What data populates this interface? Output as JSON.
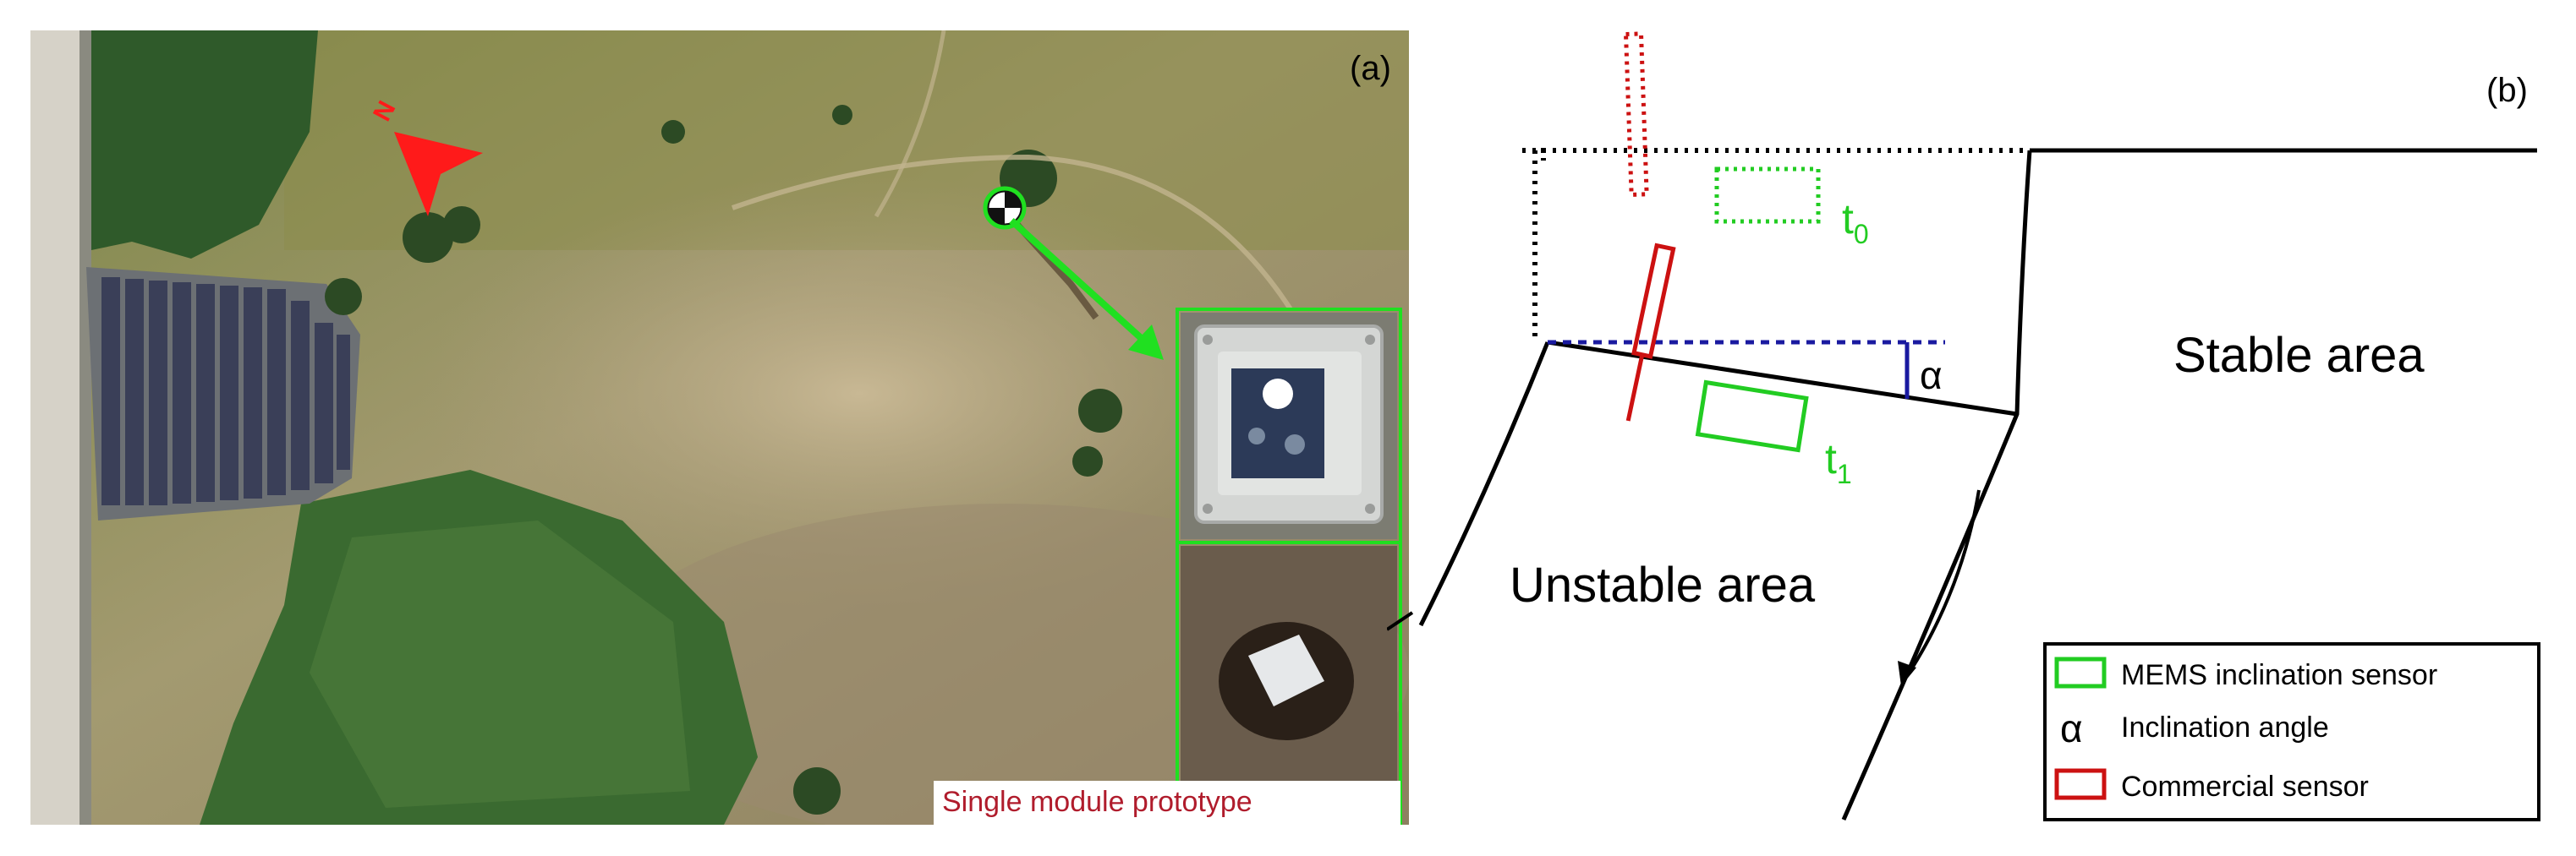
{
  "panel_a": {
    "label": "(a)",
    "north_marker": "N",
    "caption": "Single module prototype",
    "colors": {
      "arrow": "#20e020",
      "caption": "#b01c2c",
      "north": "#ff1a1a"
    }
  },
  "panel_b": {
    "label": "(b)",
    "stable_label": "Stable area",
    "unstable_label": "Unstable area",
    "alpha": "α",
    "t0": "t",
    "t0_sub": "0",
    "t1": "t",
    "t1_sub": "1",
    "legend": {
      "items": [
        {
          "symbol": "green-rect",
          "label": "MEMS inclination sensor"
        },
        {
          "symbol": "alpha",
          "label": "Inclination angle"
        },
        {
          "symbol": "red-rect",
          "label": "Commercial sensor"
        }
      ],
      "alpha_symbol": "α"
    },
    "colors": {
      "mems": "#22cc22",
      "commercial": "#cc1111",
      "reference": "#1a1aa0",
      "ink": "#000000"
    }
  }
}
